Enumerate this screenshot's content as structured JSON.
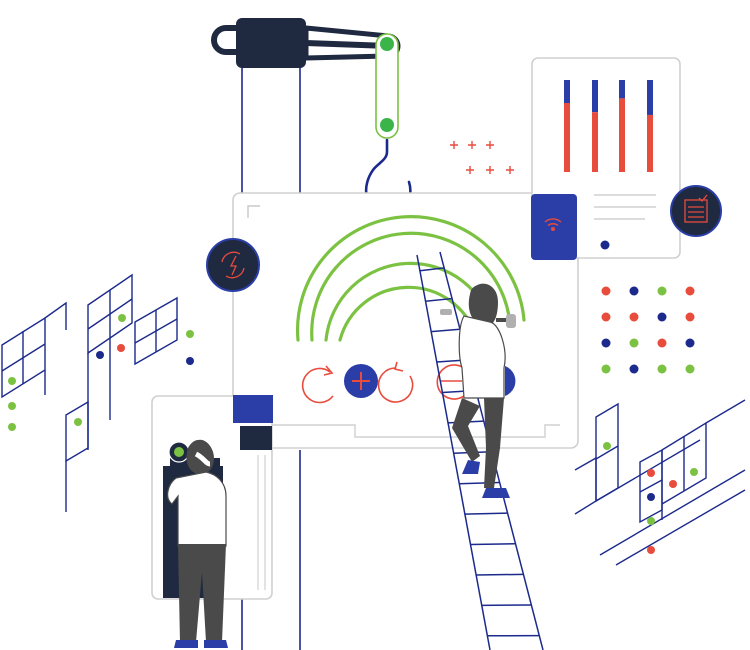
{
  "colors": {
    "navy": "#1b2a8c",
    "dark_navy": "#1f2940",
    "royal_blue": "#2b3ea8",
    "green": "#7cc242",
    "red": "#e84c3d",
    "grey_person": "#4a4a4a",
    "frame_grey": "#d0d0d0"
  },
  "icons": {
    "wifi": "wifi-icon",
    "power_cycle": "power-cycle-icon",
    "checklist": "checklist-icon",
    "add": "add-icon",
    "refresh": "refresh-icon",
    "undo": "undo-icon"
  },
  "bar_panel": {
    "bar_levels": [
      0.25,
      0.35,
      0.2,
      0.38
    ]
  }
}
